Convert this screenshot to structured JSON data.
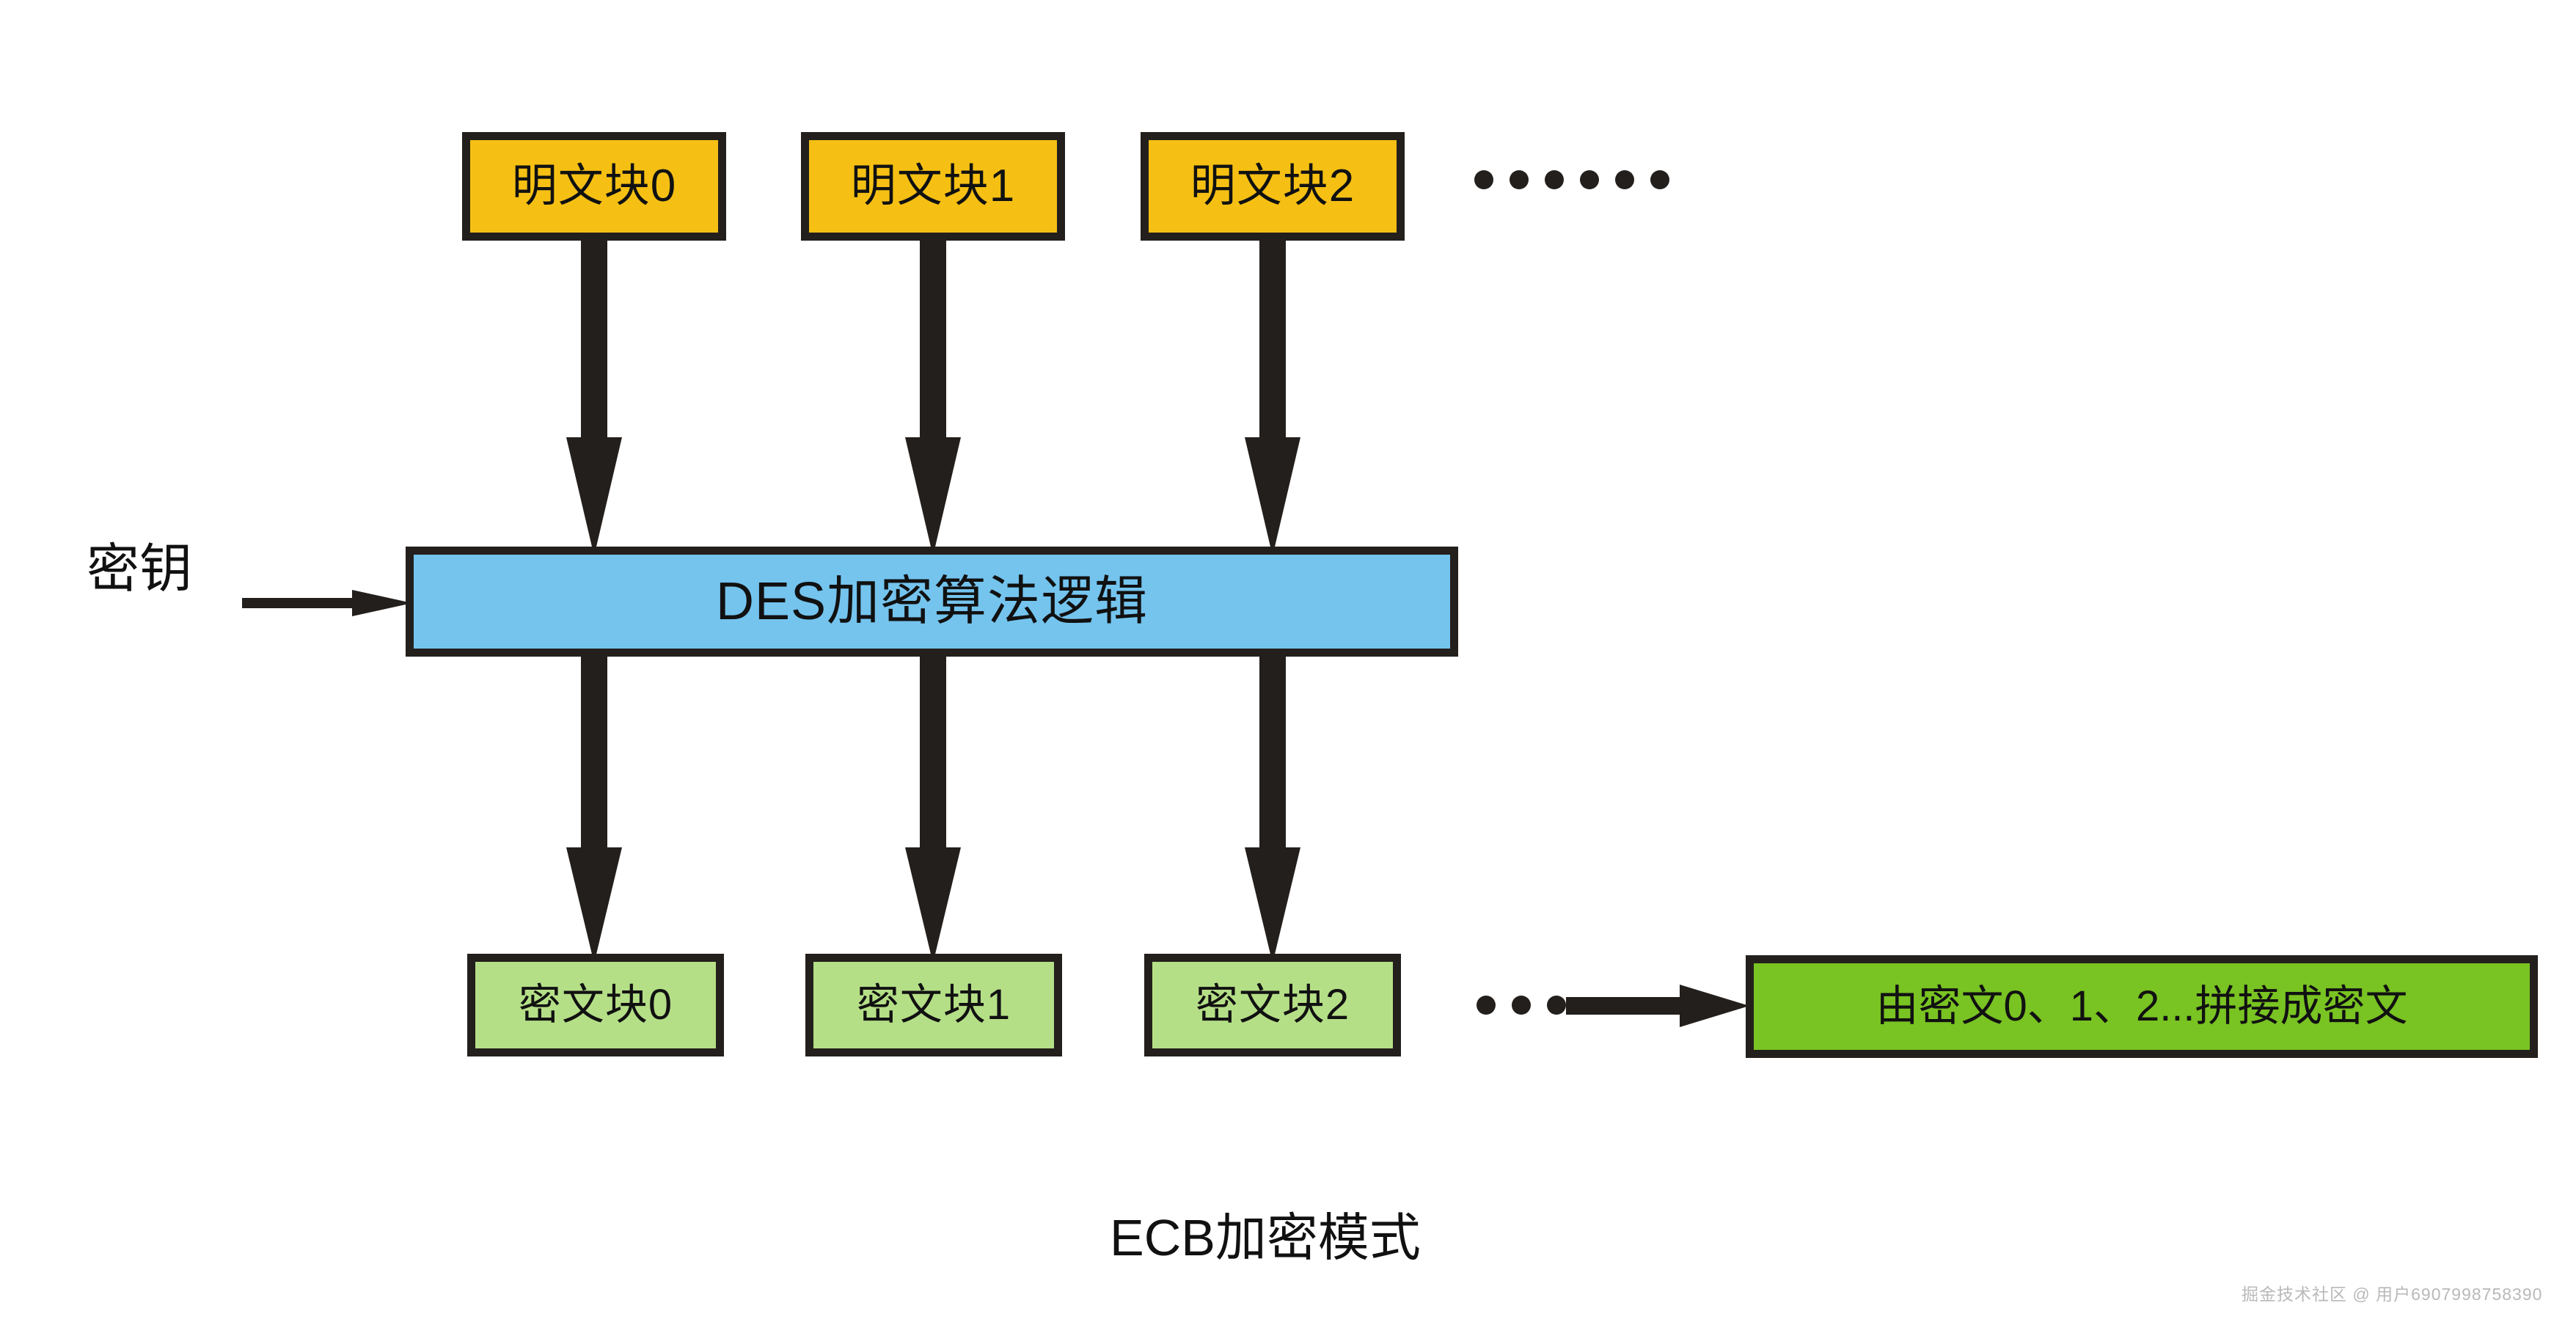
{
  "diagram": {
    "title": "ECB加密模式",
    "key_label": "密钥",
    "plaintext_blocks": [
      {
        "label": "明文块0"
      },
      {
        "label": "明文块1"
      },
      {
        "label": "明文块2"
      }
    ],
    "plaintext_ellipsis": "••••••",
    "cipher_engine": {
      "label": "DES加密算法逻辑"
    },
    "ciphertext_blocks": [
      {
        "label": "密文块0"
      },
      {
        "label": "密文块1"
      },
      {
        "label": "密文块2"
      }
    ],
    "ciphertext_ellipsis": "•••",
    "result_box": {
      "label": "由密文0、1、2...拼接成密文"
    },
    "watermark": "掘金技术社区 @ 用户6907998758390",
    "colors": {
      "plaintext_fill": "#f5c013",
      "ciphertext_fill": "#b5df87",
      "engine_fill": "#74c4ee",
      "result_fill": "#79c322",
      "stroke": "#231f1c",
      "background": "#ffffff",
      "watermark_text": "#b9b9b9"
    }
  }
}
